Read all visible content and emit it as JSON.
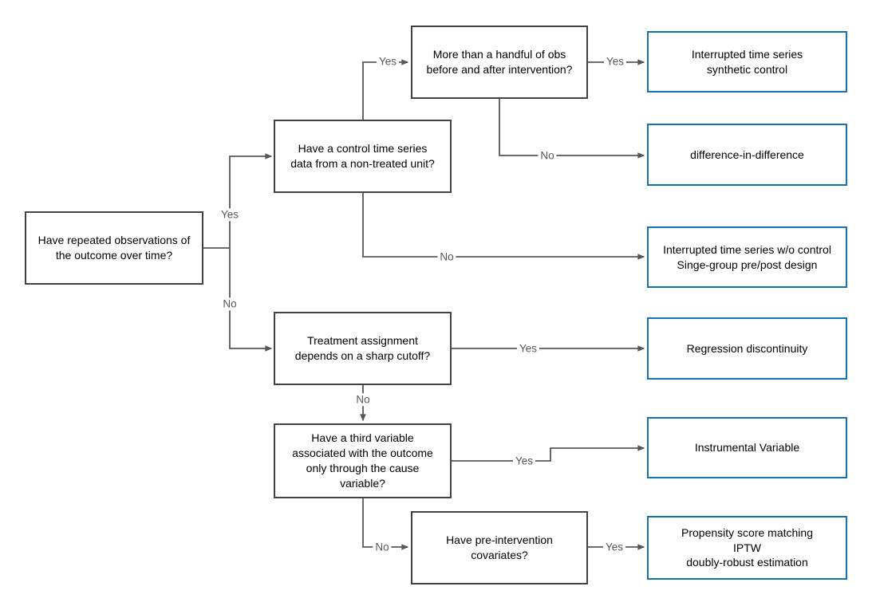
{
  "colors": {
    "background": "#ffffff",
    "decision_border": "#424242",
    "outcome_border": "#1673b1",
    "line": "#575757",
    "label_text": "#575757",
    "node_text": "#000000"
  },
  "nodes": {
    "start": {
      "label": "Have repeated observations of\nthe outcome over time?"
    },
    "control_series": {
      "label": "Have a control time series\ndata from a non-treated unit?"
    },
    "handful_obs": {
      "label": "More than a handful of obs\nbefore and after intervention?"
    },
    "sharp_cutoff": {
      "label": "Treatment assignment\ndepends on a sharp cutoff?"
    },
    "third_variable": {
      "label": "Have a third variable\nassociated with the outcome\nonly through the cause\nvariable?"
    },
    "covariates": {
      "label": "Have pre-intervention\ncovariates?"
    },
    "its_synthetic": {
      "label": "Interrupted time series\nsynthetic control"
    },
    "did": {
      "label": "difference-in-difference"
    },
    "its_no_control": {
      "label": "Interrupted time series w/o control\nSinge-group pre/post design"
    },
    "regression_discontinuity": {
      "label": "Regression discontinuity"
    },
    "instrumental_variable": {
      "label": "Instrumental Variable"
    },
    "propensity": {
      "label": "Propensity score matching\nIPTW\ndoubly-robust estimation"
    }
  },
  "edges": {
    "start_yes": "Yes",
    "start_no": "No",
    "control_yes": "Yes",
    "control_no": "No",
    "handful_yes": "Yes",
    "handful_no": "No",
    "cutoff_yes": "Yes",
    "cutoff_no": "No",
    "third_yes": "Yes",
    "third_no": "No",
    "covariates_yes": "Yes"
  }
}
